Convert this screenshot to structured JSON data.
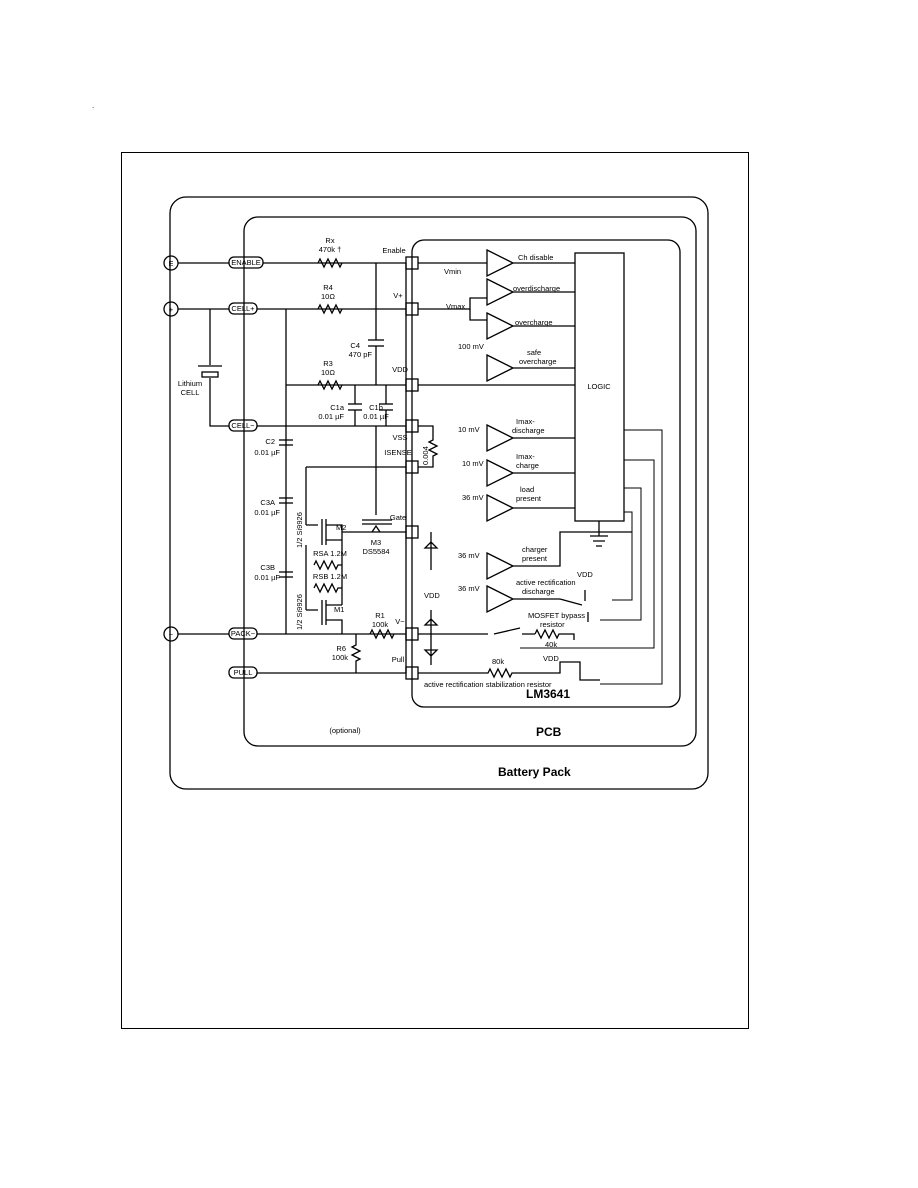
{
  "page": {
    "stray_mark": "."
  },
  "labels": {
    "battery_pack": "Battery Pack",
    "pcb": "PCB",
    "chip": "LM3641",
    "optional": "(optional)",
    "logic": "LOGIC",
    "lithium_cell_1": "Lithium",
    "lithium_cell_2": "CELL"
  },
  "terminals": {
    "enable": "E",
    "plus": "+",
    "minus": "−"
  },
  "connectors": {
    "enable": "ENABLE",
    "cell_plus": "CELL+",
    "cell_minus": "CELL−",
    "pack_minus": "PACK−",
    "pull": "PULL"
  },
  "pins": {
    "enable": "Enable",
    "v_plus": "V+",
    "vdd": "VDD",
    "vss": "VSS",
    "isense": "ISENSE",
    "gate": "Gate",
    "v_minus": "V−",
    "pull": "Pull"
  },
  "components": {
    "rx_name": "Rx",
    "rx_value": "470k †",
    "r4_name": "R4",
    "r4_value": "10Ω",
    "r3_name": "R3",
    "r3_value": "10Ω",
    "c4_name": "C4",
    "c4_value": "470 pF",
    "c1a_name": "C1a",
    "c1a_value": "0.01 µF",
    "c1b_name": "C1b",
    "c1b_value": "0.01 µF",
    "c2_name": "C2",
    "c2_value": "0.01 µF",
    "c3a_name": "C3A",
    "c3a_value": "0.01 µF",
    "c3b_name": "C3B",
    "c3b_value": "0.01 µF",
    "rsa": "RSA 1.2M",
    "rsb": "RSB 1.2M",
    "m1": "M1",
    "m2": "M2",
    "m3_name": "M3",
    "m3_value": "DS5584",
    "mosfet_upper": "1/2 Si9926",
    "mosfet_lower": "1/2 Si9926",
    "r1_name": "R1",
    "r1_value": "100k",
    "r6_name": "R6",
    "r6_value": "100k",
    "rsense": "0.004",
    "r_80k": "80k",
    "r_40k": "40k"
  },
  "references": {
    "vmin": "Vmin",
    "vmax": "Vmax",
    "v100mv": "100 mV",
    "v10mv_a": "10 mV",
    "v10mv_b": "10 mV",
    "v36mv_a": "36 mV",
    "v36mv_b": "36 mV",
    "v36mv_c": "36 mV",
    "vdd_a": "VDD",
    "vdd_b": "VDD",
    "vdd_c": "VDD"
  },
  "signals": {
    "disable": "Ch disable",
    "overdischarge": "overdischarge",
    "overcharge": "overcharge",
    "safe_overcharge_1": "safe",
    "safe_overcharge_2": "overcharge",
    "imax_discharge_1": "Imax-",
    "imax_discharge_2": "discharge",
    "imax_charge_1": "Imax-",
    "imax_charge_2": "charge",
    "load_present_1": "load",
    "load_present_2": "present",
    "charger_present_1": "charger",
    "charger_present_2": "present",
    "active_rect_discharge_1": "active rectification",
    "active_rect_discharge_2": "discharge",
    "mosfet_bypass_1": "MOSFET bypass",
    "mosfet_bypass_2": "resistor",
    "active_rect_stab": "active rectification stabilization resistor"
  }
}
